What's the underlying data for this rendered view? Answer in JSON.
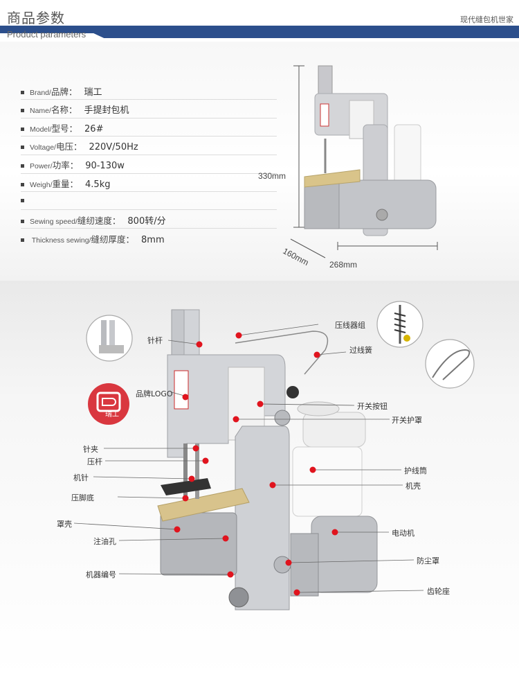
{
  "header": {
    "title_cn": "商品参数",
    "title_en": "Product parameters",
    "slogan": "现代缝包机世家"
  },
  "params": [
    {
      "en": "Brand/",
      "cn": "品牌：",
      "value": "瑞工"
    },
    {
      "en": "Name/",
      "cn": "名称：",
      "value": "手提封包机"
    },
    {
      "en": "Model/",
      "cn": "型号：",
      "value": "26#"
    },
    {
      "en": "Voltage/",
      "cn": "电压：",
      "value": "220V/50Hz"
    },
    {
      "en": "Power/",
      "cn": "功率：",
      "value": "90-130w"
    },
    {
      "en": "Weigh/",
      "cn": "重量：",
      "value": "4.5kg"
    },
    {
      "en": "",
      "cn": "",
      "value": ""
    },
    {
      "en": "Sewing speed/",
      "cn": "缝纫速度：",
      "value": "800转/分"
    },
    {
      "en": " Thickness sewing/",
      "cn": "缝纫厚度：",
      "value": "8mm"
    }
  ],
  "dimensions": {
    "height": "330mm",
    "depth": "160mm",
    "width": "268mm"
  },
  "brand_logo_text": "瑞工",
  "parts": {
    "needle_bar": "针杆",
    "brand_logo": "品牌LOGO",
    "needle_clamp": "针夹",
    "presser_bar": "压杆",
    "needle": "机针",
    "presser_foot": "压脚底",
    "cover": "罩壳",
    "oil_hole": "注油孔",
    "machine_number": "机器编号",
    "tension_group": "压线器组",
    "thread_spring": "过线簧",
    "switch_button": "开关按钮",
    "switch_guard": "开关护罩",
    "thread_cylinder": "护线筒",
    "housing": "机壳",
    "motor": "电动机",
    "dust_cover": "防尘罩",
    "gear_seat": "齿轮座"
  },
  "colors": {
    "header_bar": "#2c4f8c",
    "marker": "#e0141e",
    "machine_body": "#c9cbcf"
  }
}
